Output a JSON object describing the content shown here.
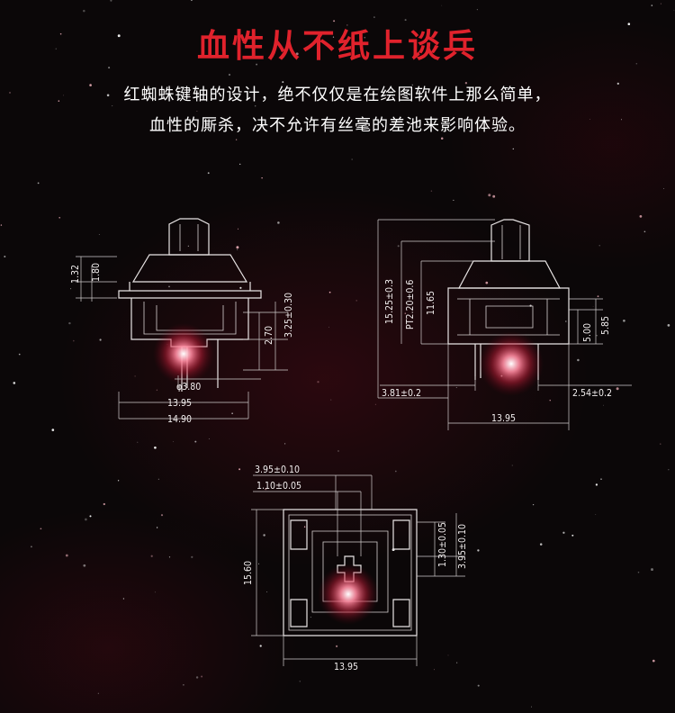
{
  "title": "血性从不纸上谈兵",
  "desc_line1": "红蜘蛛键轴的设计，绝不仅仅是在绘图软件上那么简单，",
  "desc_line2": "血性的厮杀，决不允许有丝毫的差池来影响体验。",
  "colors": {
    "accent": "#e0222c",
    "text": "#ffffff",
    "glow": "#ff4a6a",
    "background": "#0b0708"
  },
  "front_view": {
    "dims": {
      "d132": "1.32",
      "d180": "1.80",
      "d270": "2.70",
      "d325": "3.25±0.30",
      "phi": "φ3.80",
      "w1395": "13.95",
      "w1490": "14.90"
    }
  },
  "side_view": {
    "dims": {
      "h1525": "15.25±0.3",
      "pt": "PT2.20±0.6",
      "h1165": "11.65",
      "h500": "5.00",
      "h585": "5.85",
      "l381": "3.81±0.2",
      "r254": "2.54±0.2",
      "w1395": "13.95"
    }
  },
  "top_view": {
    "dims": {
      "t395": "3.95±0.10",
      "t110": "1.10±0.05",
      "v130": "1.30±0.05",
      "v395": "3.95±0.10",
      "h1560": "15.60",
      "w1395": "13.95"
    }
  }
}
